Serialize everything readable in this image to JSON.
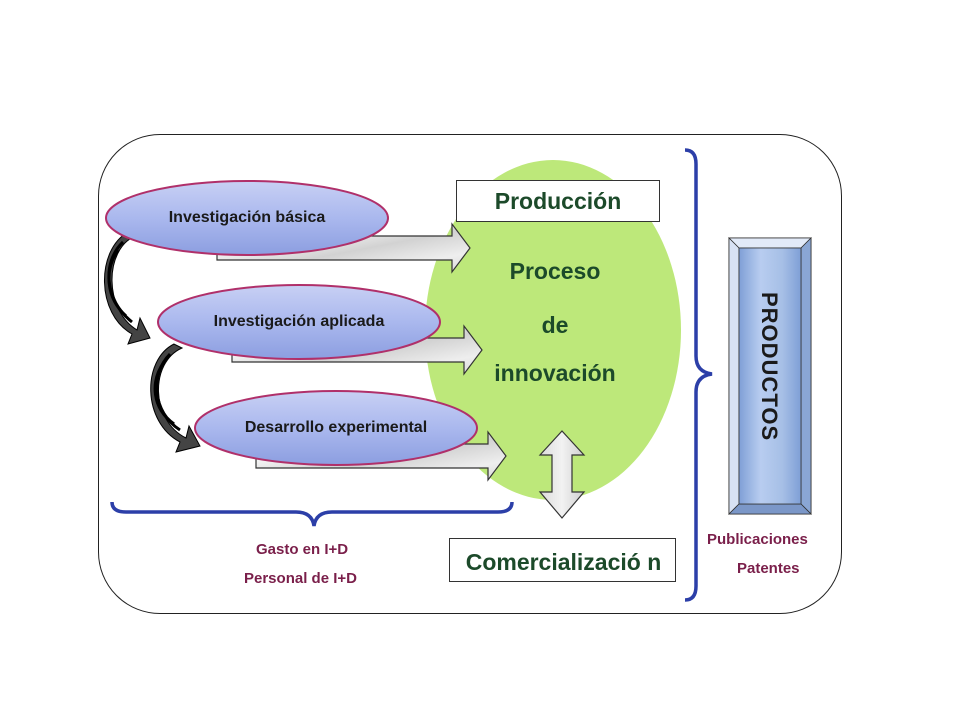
{
  "diagram": {
    "research_stages": [
      {
        "label": "Investigación básica"
      },
      {
        "label": "Investigación aplicada"
      },
      {
        "label": "Desarrollo experimental"
      }
    ],
    "innovation": {
      "production_label": "Producción",
      "process_line1": "Proceso",
      "process_line2": "de",
      "process_line3": "innovación",
      "commercialization_label": "Comercializació n"
    },
    "products": {
      "label": "PRODUCTOS",
      "outputs": [
        "Publicaciones",
        "Patentes"
      ]
    },
    "indicators": [
      "Gasto en I+D",
      "Personal de I+D"
    ],
    "colors": {
      "ellipse_fill": "#aab8ee",
      "ellipse_border": "#b0306a",
      "process_fill": "#bde87a",
      "products_fill": "#a6bfe6",
      "brace": "#2c3fa8",
      "text_green": "#1c4a2a",
      "text_maroon": "#7a1f4a"
    }
  }
}
